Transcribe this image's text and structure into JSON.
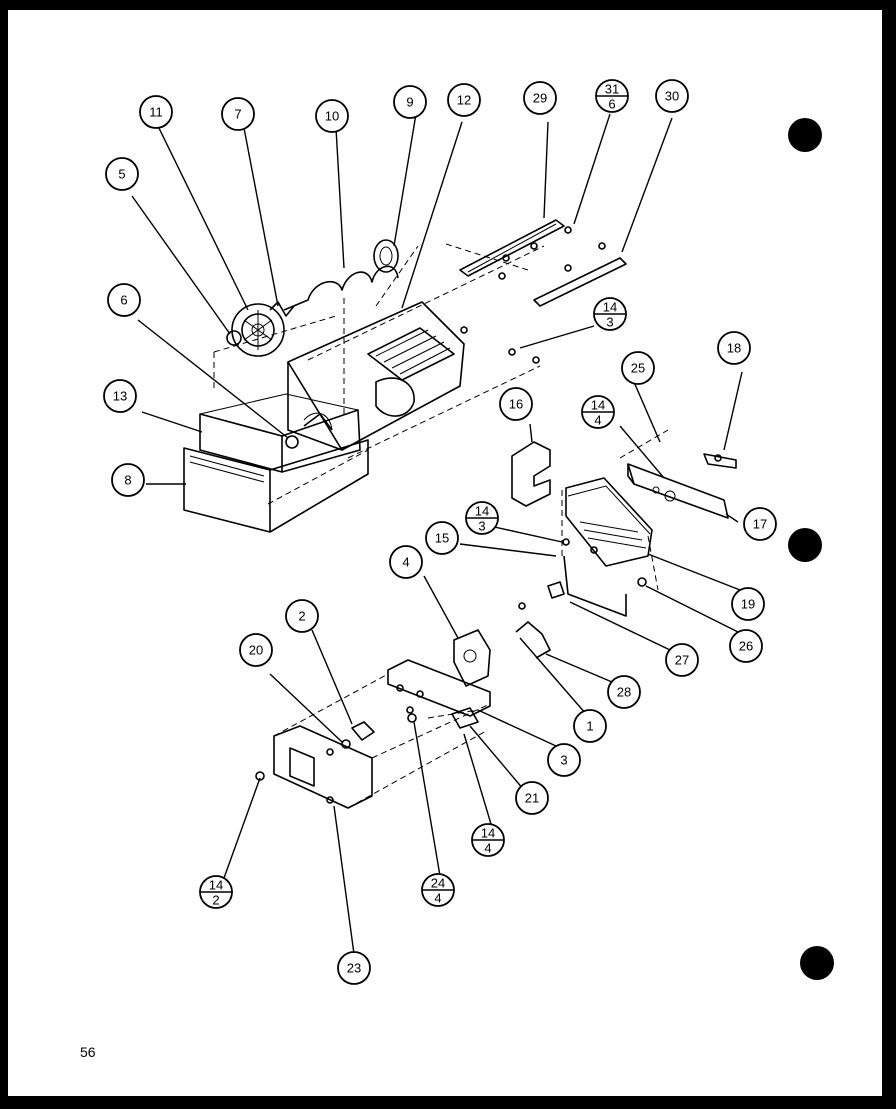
{
  "page_number": "56",
  "callouts": [
    {
      "id": "11",
      "num": "11",
      "den": null
    },
    {
      "id": "7",
      "num": "7",
      "den": null
    },
    {
      "id": "10",
      "num": "10",
      "den": null
    },
    {
      "id": "9",
      "num": "9",
      "den": null
    },
    {
      "id": "12",
      "num": "12",
      "den": null
    },
    {
      "id": "29",
      "num": "29",
      "den": null
    },
    {
      "id": "31-6",
      "num": "31",
      "den": "6"
    },
    {
      "id": "30",
      "num": "30",
      "den": null
    },
    {
      "id": "5",
      "num": "5",
      "den": null
    },
    {
      "id": "6",
      "num": "6",
      "den": null
    },
    {
      "id": "14-3a",
      "num": "14",
      "den": "3"
    },
    {
      "id": "18",
      "num": "18",
      "den": null
    },
    {
      "id": "13",
      "num": "13",
      "den": null
    },
    {
      "id": "25",
      "num": "25",
      "den": null
    },
    {
      "id": "16",
      "num": "16",
      "den": null
    },
    {
      "id": "14-4a",
      "num": "14",
      "den": "4"
    },
    {
      "id": "8",
      "num": "8",
      "den": null
    },
    {
      "id": "17",
      "num": "17",
      "den": null
    },
    {
      "id": "14-3b",
      "num": "14",
      "den": "3"
    },
    {
      "id": "15",
      "num": "15",
      "den": null
    },
    {
      "id": "4",
      "num": "4",
      "den": null
    },
    {
      "id": "19",
      "num": "19",
      "den": null
    },
    {
      "id": "26",
      "num": "26",
      "den": null
    },
    {
      "id": "2",
      "num": "2",
      "den": null
    },
    {
      "id": "20",
      "num": "20",
      "den": null
    },
    {
      "id": "27",
      "num": "27",
      "den": null
    },
    {
      "id": "28",
      "num": "28",
      "den": null
    },
    {
      "id": "1",
      "num": "1",
      "den": null
    },
    {
      "id": "3",
      "num": "3",
      "den": null
    },
    {
      "id": "21",
      "num": "21",
      "den": null
    },
    {
      "id": "14-4b",
      "num": "14",
      "den": "4"
    },
    {
      "id": "14-2",
      "num": "14",
      "den": "2"
    },
    {
      "id": "24-4",
      "num": "24",
      "den": "4"
    },
    {
      "id": "23",
      "num": "23",
      "den": null
    }
  ]
}
